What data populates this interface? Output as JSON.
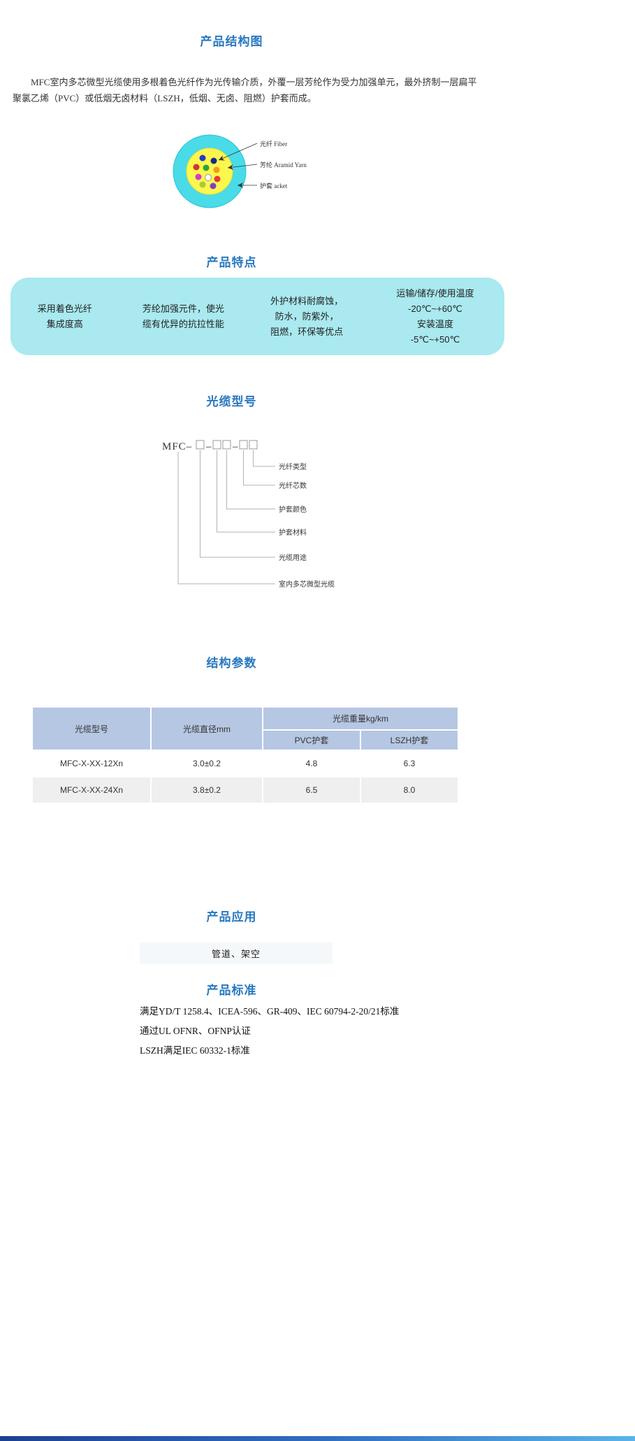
{
  "colors": {
    "title_blue": "#2878bf",
    "features_bg": "#a9e9ef",
    "table_header_bg": "#b6c7e3",
    "table_alt_row_bg": "#efefef",
    "jacket_cyan": "#49dbe8",
    "aramid_yellow": "#fdf64d"
  },
  "sections": {
    "structure": {
      "title": "产品结构图",
      "intro": "MFC室内多芯微型光缆使用多根着色光纤作为光传输介质，外覆一层芳纶作为受力加强单元，最外挤制一层扁平聚氯乙烯（PVC）或低烟无卤材料（LSZH，低烟、无卤、阻燃）护套而成。",
      "diagram_labels": {
        "fiber": "光纤 Fiber",
        "aramid": "芳纶 Aramid Yarn",
        "jacket": "护套 acket"
      }
    },
    "features": {
      "title": "产品特点",
      "items": [
        "采用着色光纤\n集成度高",
        "芳纶加强元件，使光\n缆有优异的抗拉性能",
        "外护材料耐腐蚀，\n防水，防紫外，\n阻燃，环保等优点",
        "运输/储存/使用温度\n-20℃~+60℃\n安装温度\n-5℃~+50℃"
      ]
    },
    "model": {
      "title": "光缆型号",
      "prefix": "MFC–",
      "dash": "–",
      "labels": [
        "光纤类型",
        "光纤芯数",
        "护套颜色",
        "护套材料",
        "光缆用途",
        "室内多芯微型光缆"
      ]
    },
    "params": {
      "title": "结构参数",
      "table": {
        "col1": "光缆型号",
        "col2": "光缆直径mm",
        "span_header": "光缆重量kg/km",
        "sub1": "PVC护套",
        "sub2": "LSZH护套",
        "rows": [
          [
            "MFC-X-XX-12Xn",
            "3.0±0.2",
            "4.8",
            "6.3"
          ],
          [
            "MFC-X-XX-24Xn",
            "3.8±0.2",
            "6.5",
            "8.0"
          ]
        ]
      }
    },
    "application": {
      "title": "产品应用",
      "value": "管道、架空"
    },
    "standard": {
      "title": "产品标准",
      "lines": [
        "满足YD/T 1258.4、ICEA-596、GR-409、IEC 60794-2-20/21标准",
        "通过UL OFNR、OFNP认证",
        "LSZH满足IEC 60332-1标准"
      ]
    }
  }
}
